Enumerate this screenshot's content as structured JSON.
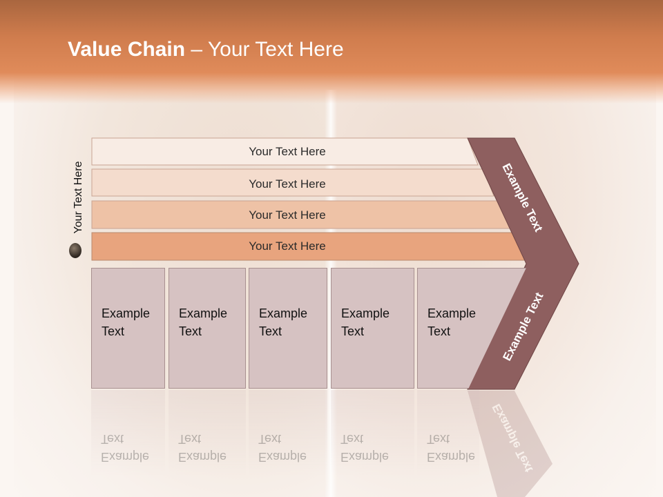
{
  "slide": {
    "title_bold": "Value Chain",
    "title_rest": " – Your Text Here"
  },
  "side_label": "Your Text Here",
  "bars": [
    {
      "label": "Your Text Here",
      "color": "#f8ece4"
    },
    {
      "label": "Your Text Here",
      "color": "#f4dccd"
    },
    {
      "label": "Your Text Here",
      "color": "#eec2a6"
    },
    {
      "label": "Your Text Here",
      "color": "#e8a47e"
    }
  ],
  "arrow": {
    "top_label": "Example Text",
    "bottom_label": "Example Text",
    "color": "#8e5f5f"
  },
  "boxes": [
    {
      "label": "Example\nText"
    },
    {
      "label": "Example\nText"
    },
    {
      "label": "Example\nText"
    },
    {
      "label": "Example\nText"
    },
    {
      "label": "Example\nText"
    }
  ]
}
